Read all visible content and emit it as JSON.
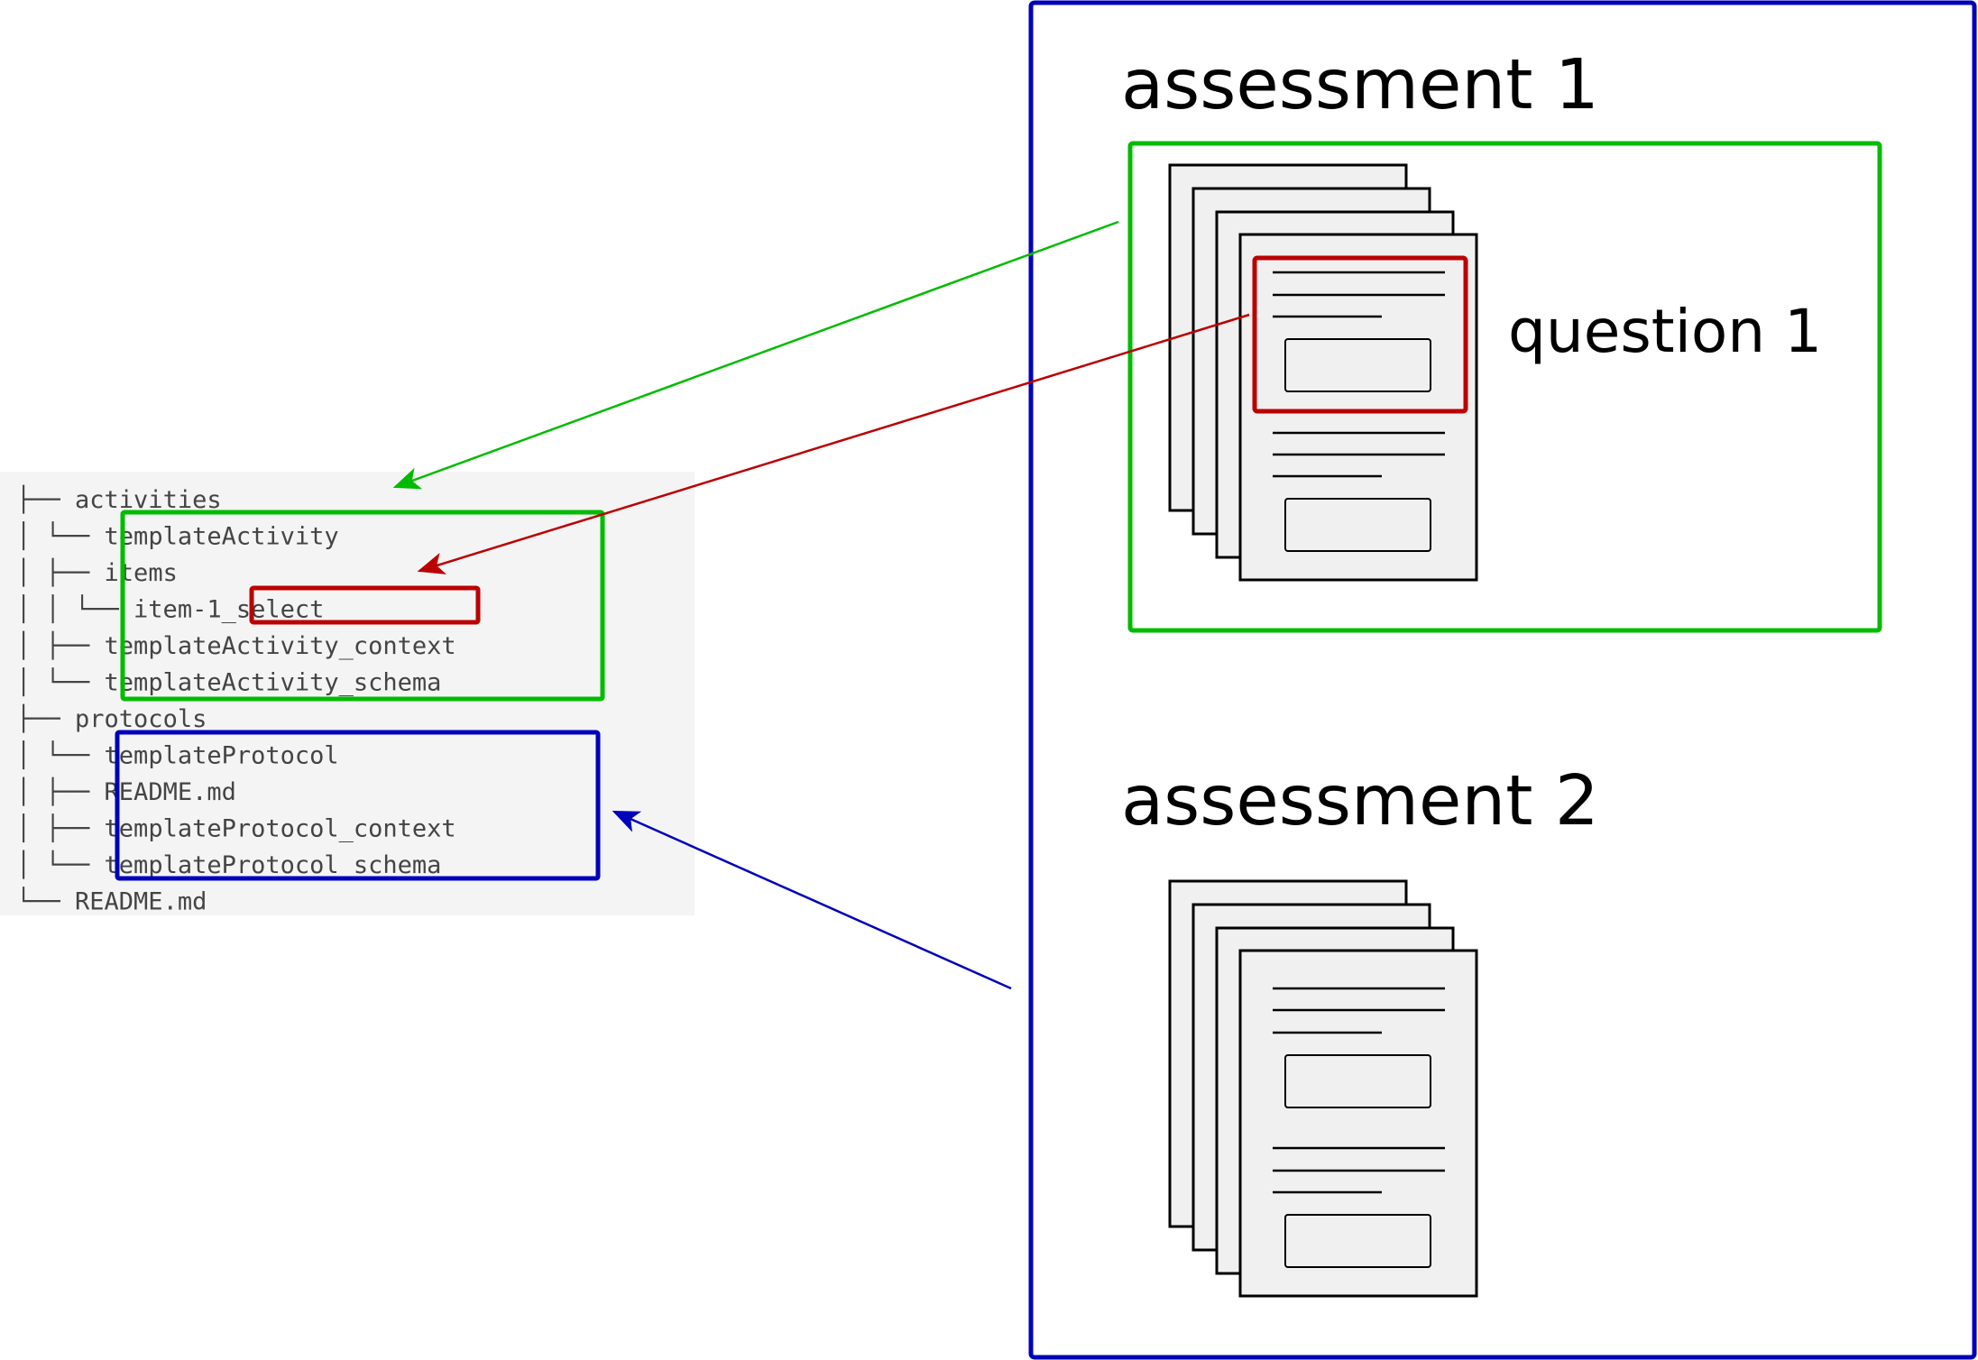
{
  "colors": {
    "activity": "#00bb00",
    "item": "#bb0000",
    "protocol": "#0000bb",
    "tree_background": "#f4f4f4",
    "tree_text": "#444444"
  },
  "tree": {
    "lines": [
      {
        "prefix": "├── ",
        "name": "activities"
      },
      {
        "prefix": "│   └── ",
        "name": "templateActivity"
      },
      {
        "prefix": "│       ├── ",
        "name": "items"
      },
      {
        "prefix": "│       │   └── ",
        "name": "item-1_select"
      },
      {
        "prefix": "│       ├── ",
        "name": "templateActivity_context"
      },
      {
        "prefix": "│       └── ",
        "name": "templateActivity_schema"
      },
      {
        "prefix": "├── ",
        "name": "protocols"
      },
      {
        "prefix": "│   └── ",
        "name": "templateProtocol"
      },
      {
        "prefix": "│       ├── ",
        "name": "README.md"
      },
      {
        "prefix": "│       ├── ",
        "name": "templateProtocol_context"
      },
      {
        "prefix": "│       └── ",
        "name": "templateProtocol_schema"
      },
      {
        "prefix": "└── ",
        "name": "README.md"
      }
    ]
  },
  "protocol": {
    "assessments": [
      {
        "title": "assessment 1",
        "question_label": "question 1"
      },
      {
        "title": "assessment 2"
      }
    ]
  }
}
